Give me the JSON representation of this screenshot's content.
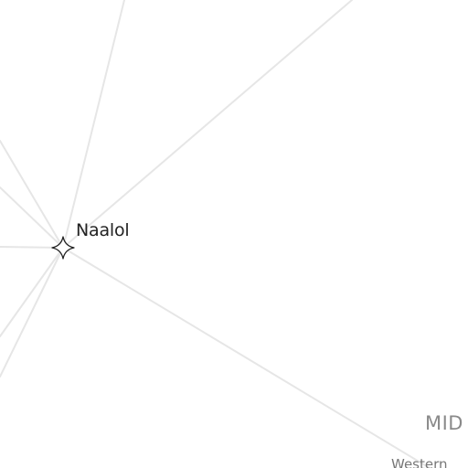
{
  "map": {
    "places": [
      {
        "name": "Naalol",
        "marker": "four-point-star-icon"
      }
    ],
    "region_labels": [
      {
        "text": "MID"
      },
      {
        "text": "Western"
      }
    ],
    "colors": {
      "background": "#ffffff",
      "route_line": "#e6e6e6",
      "marker_stroke": "#222222",
      "place_text": "#222222",
      "region_text": "#8a8a8a"
    }
  }
}
